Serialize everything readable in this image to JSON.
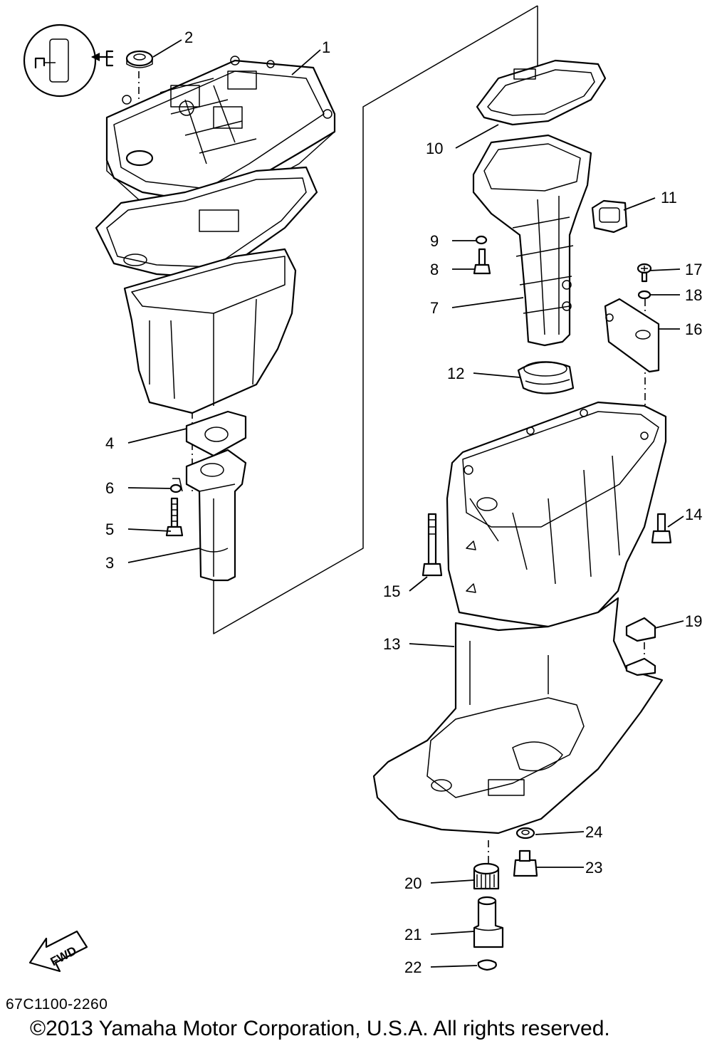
{
  "diagram": {
    "part_code": "67C1100-2260",
    "copyright": "©2013 Yamaha Motor Corporation, U.S.A. All rights reserved.",
    "direction_arrow": "FWD",
    "callouts": [
      "1",
      "2",
      "3",
      "4",
      "5",
      "6",
      "7",
      "8",
      "9",
      "10",
      "11",
      "12",
      "13",
      "14",
      "15",
      "16",
      "17",
      "18",
      "19",
      "20",
      "21",
      "22",
      "23",
      "24"
    ]
  }
}
